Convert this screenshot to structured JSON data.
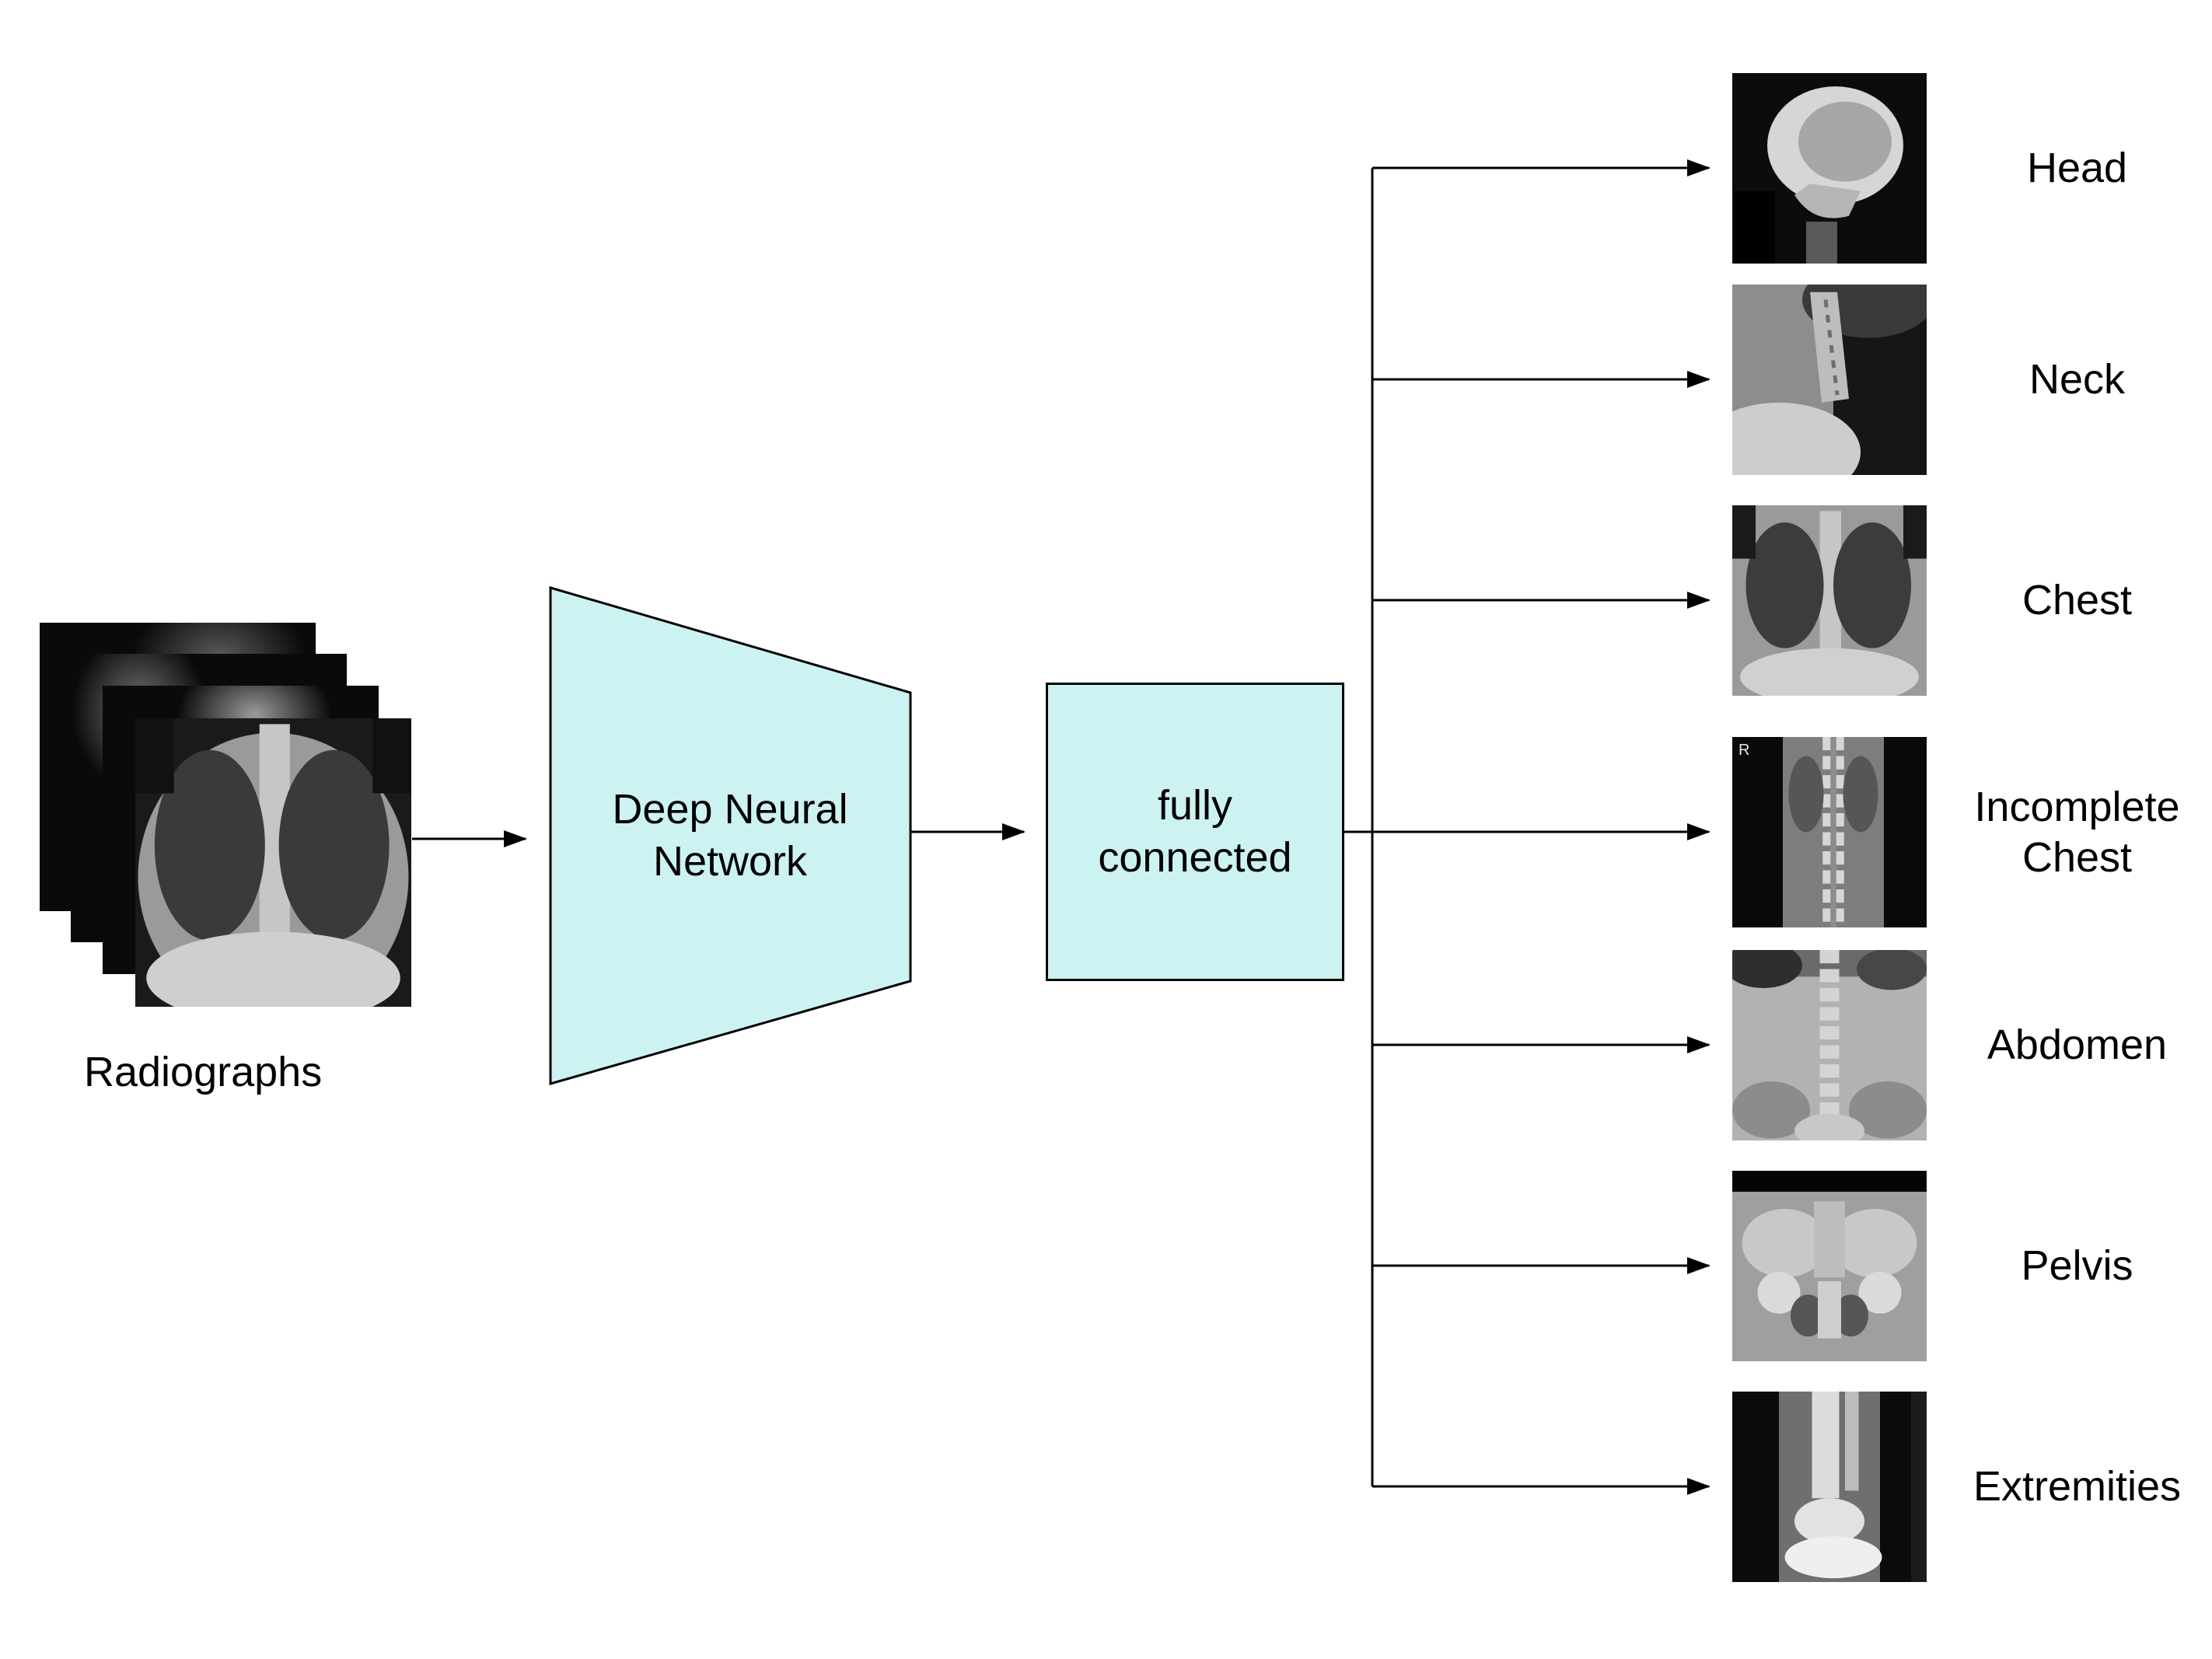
{
  "diagram": {
    "input": {
      "label": "Radiographs"
    },
    "nodes": {
      "dnn": {
        "label": "Deep Neural Network"
      },
      "fc": {
        "label": "fully connected"
      }
    },
    "categories": [
      {
        "label": "Head",
        "image": "lateral-skull-xray"
      },
      {
        "label": "Neck",
        "image": "lateral-cervical-spine-xray"
      },
      {
        "label": "Chest",
        "image": "chest-pa-xray"
      },
      {
        "label": "Incomplete Chest",
        "image": "incomplete-chest-spine-xray",
        "corner_marker": "R"
      },
      {
        "label": "Abdomen",
        "image": "abdomen-xray"
      },
      {
        "label": "Pelvis",
        "image": "pelvis-xray"
      },
      {
        "label": "Extremities",
        "image": "ankle-foot-xray"
      }
    ],
    "colors": {
      "node_fill": "#cdf2f2",
      "node_border": "#000000",
      "arrow": "#000000",
      "background": "#ffffff"
    }
  }
}
